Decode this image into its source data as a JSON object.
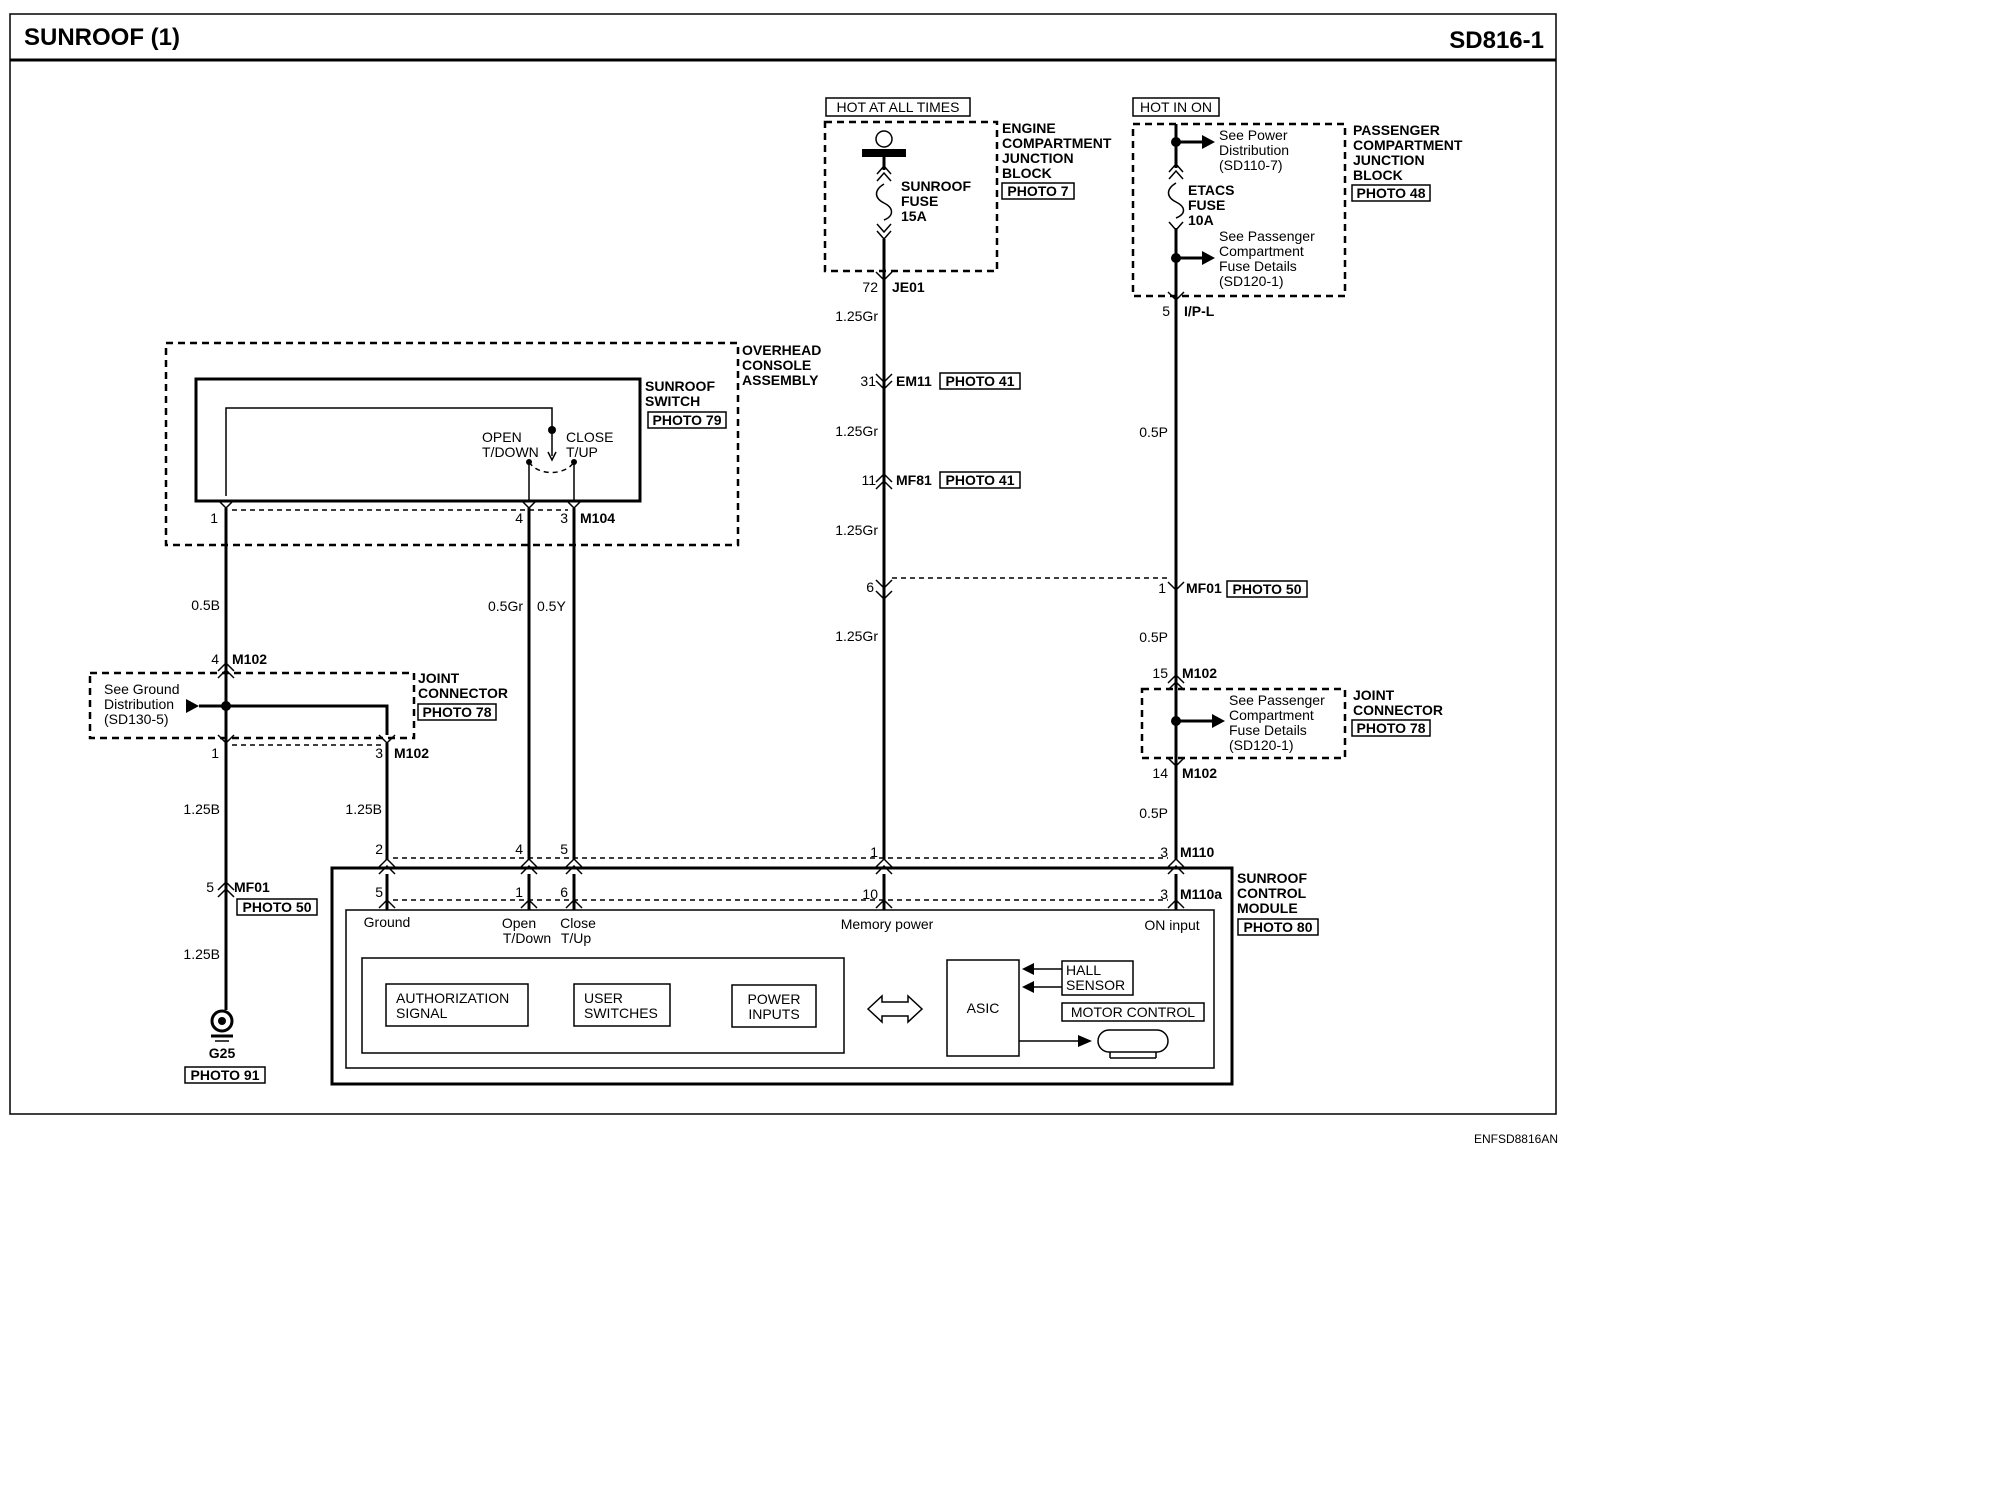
{
  "header": {
    "title": "SUNROOF (1)",
    "code": "SD816-1"
  },
  "footer": {
    "id": "ENFSD8816AN"
  },
  "power": {
    "hot_at_all_times": "HOT AT ALL TIMES",
    "hot_in_on": "HOT IN ON",
    "ecjb": [
      "ENGINE",
      "COMPARTMENT",
      "JUNCTION",
      "BLOCK"
    ],
    "ecjb_photo": "PHOTO 7",
    "sunroof_fuse": [
      "SUNROOF",
      "FUSE",
      "15A"
    ],
    "pcjb": [
      "PASSENGER",
      "COMPARTMENT",
      "JUNCTION",
      "BLOCK"
    ],
    "pcjb_photo": "PHOTO 48",
    "see_power": [
      "See Power",
      "Distribution",
      "(SD110-7)"
    ],
    "etacs_fuse": [
      "ETACS",
      "FUSE",
      "10A"
    ],
    "see_passenger": [
      "See Passenger",
      "Compartment",
      "Fuse Details",
      "(SD120-1)"
    ]
  },
  "overhead": {
    "label": [
      "OVERHEAD",
      "CONSOLE",
      "ASSEMBLY"
    ],
    "switch_label": [
      "SUNROOF",
      "SWITCH"
    ],
    "switch_photo": "PHOTO 79",
    "open": [
      "OPEN",
      "T/DOWN"
    ],
    "close": [
      "CLOSE",
      "T/UP"
    ]
  },
  "joint_left": {
    "label": [
      "JOINT",
      "CONNECTOR"
    ],
    "photo": "PHOTO 78",
    "see_ground": [
      "See Ground",
      "Distribution",
      "(SD130-5)"
    ]
  },
  "joint_right": {
    "label": [
      "JOINT",
      "CONNECTOR"
    ],
    "photo": "PHOTO 78",
    "see_passenger": [
      "See Passenger",
      "Compartment",
      "Fuse Details",
      "(SD120-1)"
    ]
  },
  "ground": {
    "name": "G25",
    "photo": "PHOTO 91"
  },
  "module": {
    "label": [
      "SUNROOF",
      "CONTROL",
      "MODULE"
    ],
    "photo": "PHOTO 80",
    "ground": "Ground",
    "open": [
      "Open",
      "T/Down"
    ],
    "close": [
      "Close",
      "T/Up"
    ],
    "memory": "Memory power",
    "on_input": "ON input",
    "authorization": [
      "AUTHORIZATION",
      "SIGNAL"
    ],
    "user_switches": [
      "USER",
      "SWITCHES"
    ],
    "power_inputs": [
      "POWER",
      "INPUTS"
    ],
    "asic": "ASIC",
    "hall": [
      "HALL",
      "SENSOR"
    ],
    "motor": "MOTOR CONTROL"
  },
  "connectors": {
    "je01": "JE01",
    "em11": "EM11",
    "mf81": "MF81",
    "ip_l": "I/P-L",
    "mf01": "MF01",
    "m104": "M104",
    "m102": "M102",
    "m110": "M110",
    "m110a": "M110a",
    "photo41": "PHOTO 41",
    "photo50": "PHOTO 50"
  },
  "pins": {
    "p72": "72",
    "p31": "31",
    "p11": "11",
    "p6": "6",
    "p5": "5",
    "p1": "1",
    "p4": "4",
    "p3": "3",
    "p2": "2",
    "p15": "15",
    "p14": "14",
    "p10": "10"
  },
  "wires": {
    "gr": "1.25Gr",
    "b05": "0.5B",
    "gr05": "0.5Gr",
    "y05": "0.5Y",
    "b125": "1.25B",
    "p05": "0.5P"
  }
}
